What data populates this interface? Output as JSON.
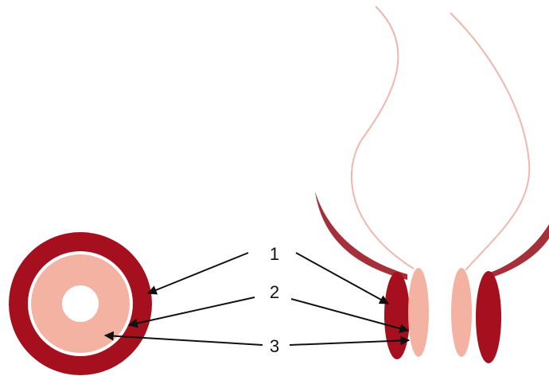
{
  "labels": {
    "one": "1",
    "two": "2",
    "three": "3"
  },
  "colors": {
    "outer_layer": "#a50f1e",
    "middle_gap": "#ffffff",
    "inner_layer": "#f4b2a2",
    "lumen": "#ffffff",
    "outline": "#f0b7ad",
    "arrow": "#111111"
  }
}
